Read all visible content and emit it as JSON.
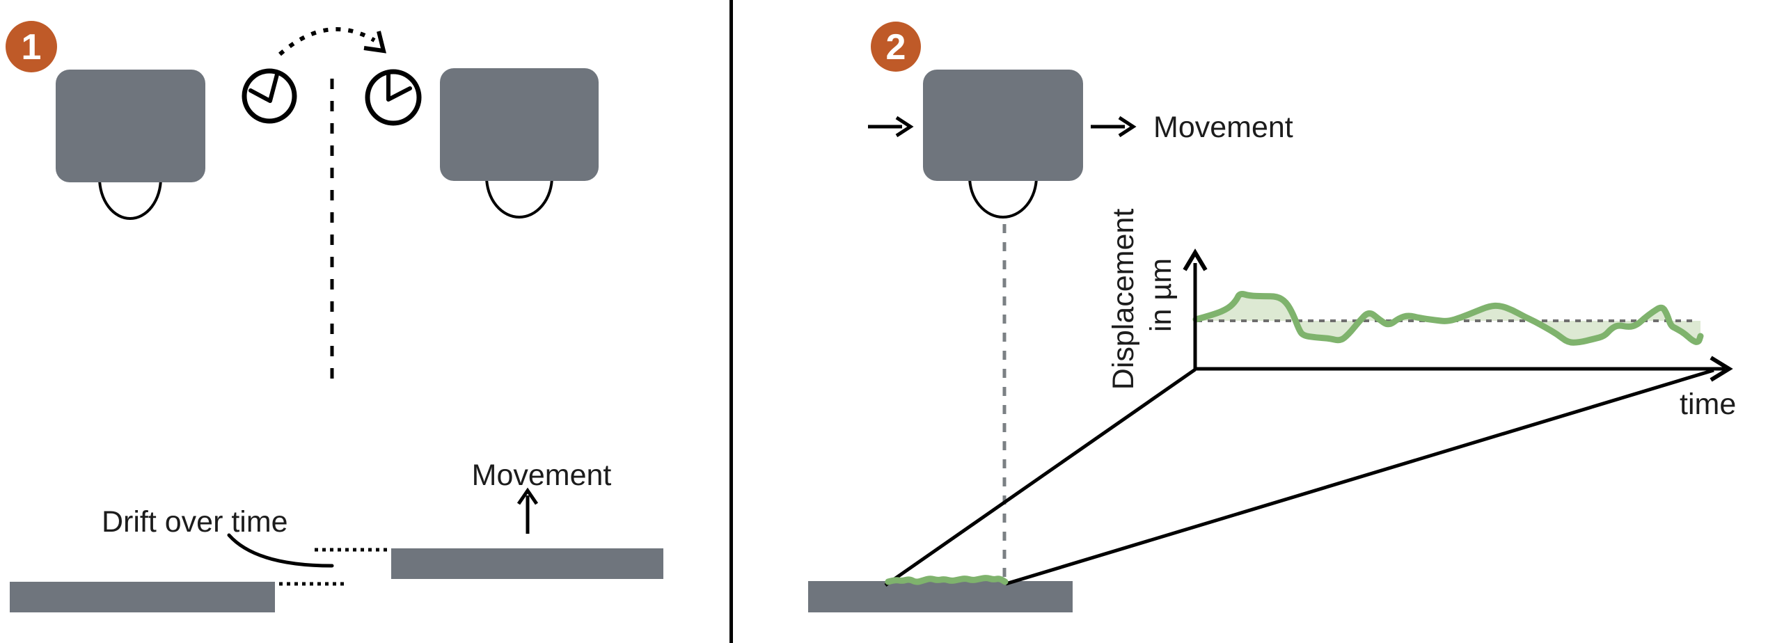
{
  "panel1": {
    "badge": "1",
    "labels": {
      "drift": "Drift over time",
      "movement": "Movement"
    },
    "icons": [
      "camera-left",
      "clock-before",
      "clock-after",
      "camera-right"
    ]
  },
  "panel2": {
    "badge": "2",
    "labels": {
      "movement": "Movement"
    },
    "icons": [
      "camera",
      "arrow-left",
      "arrow-right"
    ]
  },
  "chart_data": {
    "type": "line",
    "title": "",
    "ylabel": "Displacement in µm",
    "ylabel_line1": "Displacement",
    "ylabel_line2": "in µm",
    "xlabel": "time",
    "x_range": [
      0,
      1
    ],
    "y_unit": "µm",
    "baseline": 0,
    "grid": false,
    "legend": "none",
    "series": [
      {
        "name": "surface displacement",
        "color": "#7fb36d",
        "fill_color": "#dde9d3",
        "points": [
          [
            0.0,
            0.05
          ],
          [
            0.037,
            0.23
          ],
          [
            0.065,
            0.45
          ],
          [
            0.08,
            0.73
          ],
          [
            0.087,
            1.0
          ],
          [
            0.106,
            0.9
          ],
          [
            0.134,
            0.88
          ],
          [
            0.161,
            0.88
          ],
          [
            0.179,
            0.68
          ],
          [
            0.193,
            0.23
          ],
          [
            0.204,
            -0.3
          ],
          [
            0.212,
            -0.53
          ],
          [
            0.237,
            -0.6
          ],
          [
            0.265,
            -0.63
          ],
          [
            0.286,
            -0.73
          ],
          [
            0.303,
            -0.48
          ],
          [
            0.323,
            -0.03
          ],
          [
            0.343,
            0.35
          ],
          [
            0.363,
            0.05
          ],
          [
            0.382,
            -0.18
          ],
          [
            0.403,
            0.1
          ],
          [
            0.421,
            0.2
          ],
          [
            0.444,
            0.1
          ],
          [
            0.472,
            0.03
          ],
          [
            0.499,
            -0.03
          ],
          [
            0.527,
            0.13
          ],
          [
            0.554,
            0.33
          ],
          [
            0.582,
            0.53
          ],
          [
            0.603,
            0.55
          ],
          [
            0.628,
            0.38
          ],
          [
            0.651,
            0.15
          ],
          [
            0.672,
            -0.03
          ],
          [
            0.692,
            -0.23
          ],
          [
            0.716,
            -0.48
          ],
          [
            0.737,
            -0.78
          ],
          [
            0.759,
            -0.78
          ],
          [
            0.789,
            -0.65
          ],
          [
            0.81,
            -0.55
          ],
          [
            0.823,
            -0.28
          ],
          [
            0.837,
            -0.15
          ],
          [
            0.858,
            -0.23
          ],
          [
            0.874,
            -0.15
          ],
          [
            0.888,
            0.08
          ],
          [
            0.906,
            0.33
          ],
          [
            0.924,
            0.53
          ],
          [
            0.934,
            0.23
          ],
          [
            0.941,
            -0.18
          ],
          [
            0.952,
            -0.28
          ],
          [
            0.968,
            -0.45
          ],
          [
            0.985,
            -0.73
          ],
          [
            0.996,
            -0.78
          ],
          [
            1.0,
            -0.55
          ]
        ]
      }
    ],
    "surface": {
      "name": "rough sample surface on stage",
      "points": [
        [
          0.0,
          0
        ],
        [
          0.06,
          3
        ],
        [
          0.12,
          1
        ],
        [
          0.18,
          4
        ],
        [
          0.24,
          -1
        ],
        [
          0.3,
          2
        ],
        [
          0.36,
          5
        ],
        [
          0.42,
          2
        ],
        [
          0.48,
          4
        ],
        [
          0.54,
          1
        ],
        [
          0.6,
          3
        ],
        [
          0.66,
          5
        ],
        [
          0.72,
          2
        ],
        [
          0.78,
          4
        ],
        [
          0.84,
          6
        ],
        [
          0.9,
          3
        ],
        [
          0.95,
          5
        ],
        [
          1.0,
          0
        ]
      ]
    }
  },
  "colors": {
    "badge_orange": "#bf5a28",
    "shape_gray": "#6f757d",
    "curve_green": "#7fb36d",
    "curve_fill_green": "#dde9d3",
    "ink": "#1c1c1c",
    "dashed_gray": "#7b8084",
    "baseline_gray": "#6e6e6e"
  }
}
